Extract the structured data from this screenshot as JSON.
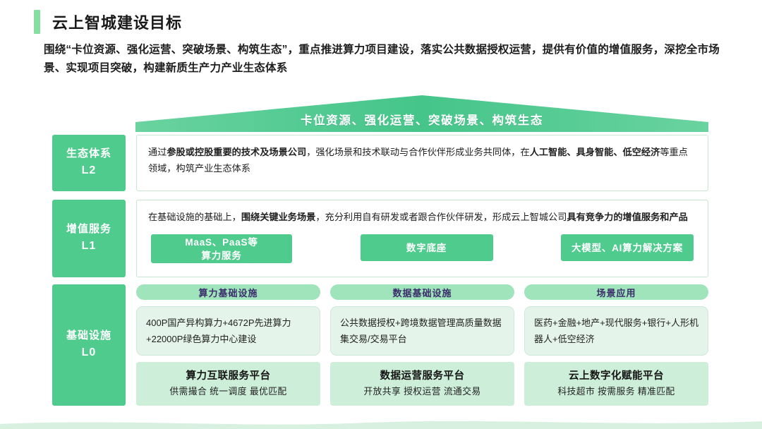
{
  "slide": {
    "title": "云上智城建设目标",
    "subtitle": "围绕“卡位资源、强化运营、突破场景、构筑生态”，重点推进算力项目建设，落实公共数据授权运营，提供有价值的增值服务，深挖全市场景、实现项目突破，构建新质生产力产业生态体系",
    "accent_green": "#4ecb8d",
    "accent_light": "#9fe4bb",
    "header_bar_color": "#86dfa0"
  },
  "banner": {
    "label": "卡位资源、强化运营、突破场景、构筑生态"
  },
  "levels": {
    "l2": {
      "tag_name": "生态体系",
      "tag_code": "L2",
      "body_plain": "通过参股或控股重要的技术及场景公司，强化场景和技术联动与合作伙伴形成业务共同体，在人工智能、具身智能、低空经济等重点领域，构筑产业生态体系",
      "body_parts": [
        {
          "t": "通过",
          "b": false
        },
        {
          "t": "参股或控股重要的技术及场景公司",
          "b": true
        },
        {
          "t": "，强化场景和技术联动与合作伙伴形成业务共同体，在",
          "b": false
        },
        {
          "t": "人工智能、具身智能、低空经济",
          "b": true
        },
        {
          "t": "等重点领域，构筑产业生态体系",
          "b": false
        }
      ]
    },
    "l1": {
      "tag_name": "增值服务",
      "tag_code": "L1",
      "body_plain": "在基础设施的基础上，围绕关键业务场景，充分利用自有研发或者跟合作伙伴研发，形成云上智城公司具有竞争力的增值服务和产品",
      "body_parts": [
        {
          "t": "在基础设施的基础上，",
          "b": false
        },
        {
          "t": "围绕关键业务场景",
          "b": true
        },
        {
          "t": "，充分利用自有研发或者跟合作伙伴研发，形成云上智城公司",
          "b": false
        },
        {
          "t": "具有竞争力的增值服务和产品",
          "b": true
        }
      ],
      "chips": [
        {
          "line1": "MaaS、PaaS等",
          "line2": "算力服务"
        },
        {
          "line1": "数字底座",
          "line2": ""
        },
        {
          "line1": "大模型、AI算力解决方案",
          "line2": ""
        }
      ]
    },
    "l0": {
      "tag_name": "基础设施",
      "tag_code": "L0",
      "columns": [
        {
          "head": "算力基础设施",
          "body": "400P国产异构算力+4672P先进算力+22000P绿色算力中心建设",
          "platform_name": "算力互联服务平台",
          "platform_desc": "供需撮合 统一调度 最优匹配"
        },
        {
          "head": "数据基础设施",
          "body": "公共数据授权+跨境数据管理高质量数据集交易/交易平台",
          "platform_name": "数据运营服务平台",
          "platform_desc": "开放共享 授权运营 流通交易"
        },
        {
          "head": "场景应用",
          "body": "医药+金融+地产+现代服务+银行+人形机器人+低空经济",
          "platform_name": "云上数字化赋能平台",
          "platform_desc": "科技超市 按需服务 精准匹配"
        }
      ]
    }
  }
}
